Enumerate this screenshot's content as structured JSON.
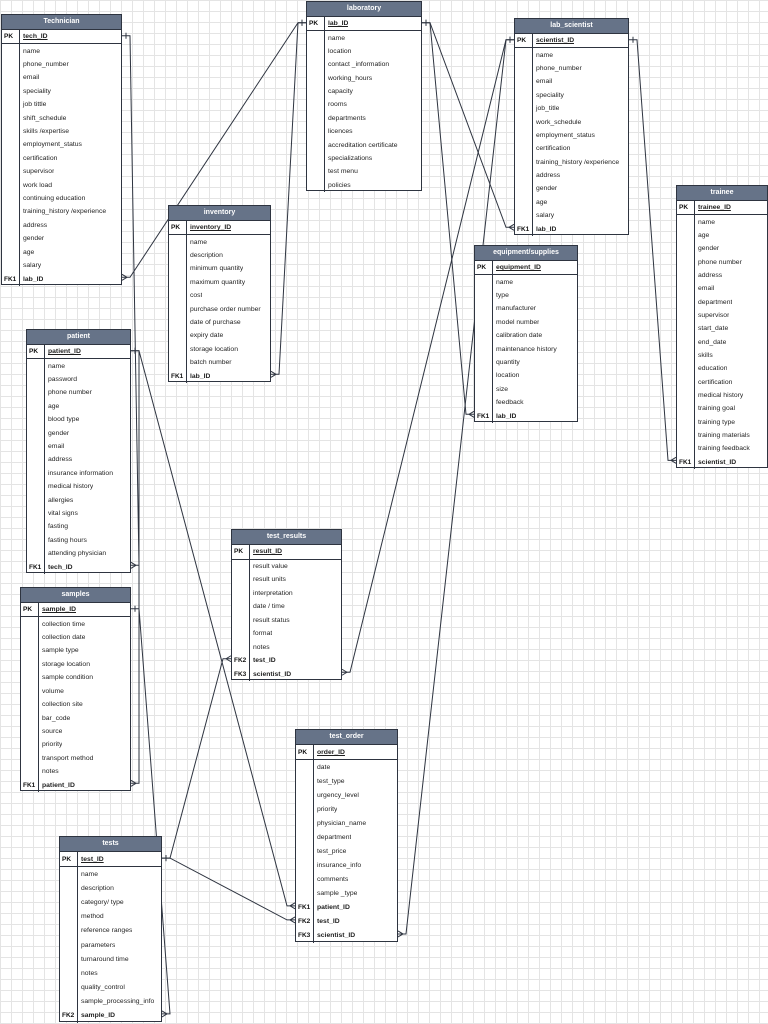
{
  "entities": [
    {
      "id": "technician",
      "title": "Technician",
      "fields": [
        {
          "key": "PK",
          "name": "tech_ID"
        },
        {
          "key": "",
          "name": "name"
        },
        {
          "key": "",
          "name": "phone_number"
        },
        {
          "key": "",
          "name": "email"
        },
        {
          "key": "",
          "name": "speciality"
        },
        {
          "key": "",
          "name": "job tittle"
        },
        {
          "key": "",
          "name": "shift_schedule"
        },
        {
          "key": "",
          "name": "skills /expertise"
        },
        {
          "key": "",
          "name": "employment_status"
        },
        {
          "key": "",
          "name": "certification"
        },
        {
          "key": "",
          "name": "supervisor"
        },
        {
          "key": "",
          "name": "work load"
        },
        {
          "key": "",
          "name": "continuing education"
        },
        {
          "key": "",
          "name": "training_history /experience"
        },
        {
          "key": "",
          "name": "address"
        },
        {
          "key": "",
          "name": "gender"
        },
        {
          "key": "",
          "name": "age"
        },
        {
          "key": "",
          "name": "salary"
        },
        {
          "key": "FK1",
          "name": "lab_ID"
        }
      ]
    },
    {
      "id": "laboratory",
      "title": "laboratory",
      "fields": [
        {
          "key": "PK",
          "name": "lab_ID"
        },
        {
          "key": "",
          "name": "name"
        },
        {
          "key": "",
          "name": "location"
        },
        {
          "key": "",
          "name": "contact _information"
        },
        {
          "key": "",
          "name": "working_hours"
        },
        {
          "key": "",
          "name": "capacity"
        },
        {
          "key": "",
          "name": "rooms"
        },
        {
          "key": "",
          "name": "departments"
        },
        {
          "key": "",
          "name": "licences"
        },
        {
          "key": "",
          "name": "accreditation certificate"
        },
        {
          "key": "",
          "name": "specializations"
        },
        {
          "key": "",
          "name": "test menu"
        },
        {
          "key": "",
          "name": "policies"
        }
      ]
    },
    {
      "id": "lab_scientist",
      "title": "lab_scientist",
      "fields": [
        {
          "key": "PK",
          "name": "scientist_ID"
        },
        {
          "key": "",
          "name": "name"
        },
        {
          "key": "",
          "name": "phone_number"
        },
        {
          "key": "",
          "name": "email"
        },
        {
          "key": "",
          "name": "speciality"
        },
        {
          "key": "",
          "name": "job_title"
        },
        {
          "key": "",
          "name": "work_schedule"
        },
        {
          "key": "",
          "name": "employment_status"
        },
        {
          "key": "",
          "name": "certification"
        },
        {
          "key": "",
          "name": "training_history /experience"
        },
        {
          "key": "",
          "name": "address"
        },
        {
          "key": "",
          "name": "gender"
        },
        {
          "key": "",
          "name": "age"
        },
        {
          "key": "",
          "name": "salary"
        },
        {
          "key": "FK1",
          "name": "lab_ID"
        }
      ]
    },
    {
      "id": "inventory",
      "title": "inventory",
      "fields": [
        {
          "key": "PK",
          "name": "inventory_ID"
        },
        {
          "key": "",
          "name": "name"
        },
        {
          "key": "",
          "name": "description"
        },
        {
          "key": "",
          "name": "minimum quantity"
        },
        {
          "key": "",
          "name": "maximum quantity"
        },
        {
          "key": "",
          "name": "cost"
        },
        {
          "key": "",
          "name": "purchase order number"
        },
        {
          "key": "",
          "name": "date of purchase"
        },
        {
          "key": "",
          "name": "expiry date"
        },
        {
          "key": "",
          "name": "storage location"
        },
        {
          "key": "",
          "name": "batch number"
        },
        {
          "key": "FK1",
          "name": "lab_ID"
        }
      ]
    },
    {
      "id": "equipment",
      "title": "equipment/supplies",
      "fields": [
        {
          "key": "PK",
          "name": "equipment_ID"
        },
        {
          "key": "",
          "name": "name"
        },
        {
          "key": "",
          "name": "type"
        },
        {
          "key": "",
          "name": "manufacturer"
        },
        {
          "key": "",
          "name": "model number"
        },
        {
          "key": "",
          "name": "calibration date"
        },
        {
          "key": "",
          "name": "maintenance history"
        },
        {
          "key": "",
          "name": "quantity"
        },
        {
          "key": "",
          "name": "location"
        },
        {
          "key": "",
          "name": "size"
        },
        {
          "key": "",
          "name": "feedback"
        },
        {
          "key": "FK1",
          "name": "lab_ID"
        }
      ]
    },
    {
      "id": "trainee",
      "title": "trainee",
      "fields": [
        {
          "key": "PK",
          "name": "trainee_ID"
        },
        {
          "key": "",
          "name": "name"
        },
        {
          "key": "",
          "name": "age"
        },
        {
          "key": "",
          "name": "gender"
        },
        {
          "key": "",
          "name": "phone number"
        },
        {
          "key": "",
          "name": "address"
        },
        {
          "key": "",
          "name": "email"
        },
        {
          "key": "",
          "name": "department"
        },
        {
          "key": "",
          "name": "supervisor"
        },
        {
          "key": "",
          "name": "start_date"
        },
        {
          "key": "",
          "name": "end_date"
        },
        {
          "key": "",
          "name": "skills"
        },
        {
          "key": "",
          "name": "education"
        },
        {
          "key": "",
          "name": "certification"
        },
        {
          "key": "",
          "name": "medical history"
        },
        {
          "key": "",
          "name": "training goal"
        },
        {
          "key": "",
          "name": "training type"
        },
        {
          "key": "",
          "name": "training materials"
        },
        {
          "key": "",
          "name": "training feedback"
        },
        {
          "key": "FK1",
          "name": "scientist_ID"
        }
      ]
    },
    {
      "id": "patient",
      "title": "patient",
      "fields": [
        {
          "key": "PK",
          "name": "patient_ID"
        },
        {
          "key": "",
          "name": "name"
        },
        {
          "key": "",
          "name": "password"
        },
        {
          "key": "",
          "name": "phone number"
        },
        {
          "key": "",
          "name": "age"
        },
        {
          "key": "",
          "name": "blood type"
        },
        {
          "key": "",
          "name": "gender"
        },
        {
          "key": "",
          "name": "email"
        },
        {
          "key": "",
          "name": "address"
        },
        {
          "key": "",
          "name": "insurance information"
        },
        {
          "key": "",
          "name": "medical history"
        },
        {
          "key": "",
          "name": "allergies"
        },
        {
          "key": "",
          "name": "vital signs"
        },
        {
          "key": "",
          "name": "fasting"
        },
        {
          "key": "",
          "name": "fasting hours"
        },
        {
          "key": "",
          "name": "attending physician"
        },
        {
          "key": "FK1",
          "name": "tech_ID"
        }
      ]
    },
    {
      "id": "samples",
      "title": "samples",
      "fields": [
        {
          "key": "PK",
          "name": "sample_ID"
        },
        {
          "key": "",
          "name": "collection time"
        },
        {
          "key": "",
          "name": "collection date"
        },
        {
          "key": "",
          "name": "sample type"
        },
        {
          "key": "",
          "name": "storage location"
        },
        {
          "key": "",
          "name": "sample condition"
        },
        {
          "key": "",
          "name": "volume"
        },
        {
          "key": "",
          "name": "collection site"
        },
        {
          "key": "",
          "name": "bar_code"
        },
        {
          "key": "",
          "name": "source"
        },
        {
          "key": "",
          "name": "priority"
        },
        {
          "key": "",
          "name": "transport method"
        },
        {
          "key": "",
          "name": "notes"
        },
        {
          "key": "FK1",
          "name": "patient_ID"
        }
      ]
    },
    {
      "id": "test_results",
      "title": "test_results",
      "fields": [
        {
          "key": "PK",
          "name": "result_ID"
        },
        {
          "key": "",
          "name": "result value"
        },
        {
          "key": "",
          "name": "result units"
        },
        {
          "key": "",
          "name": "interpretation"
        },
        {
          "key": "",
          "name": "date / time"
        },
        {
          "key": "",
          "name": "result status"
        },
        {
          "key": "",
          "name": "format"
        },
        {
          "key": "",
          "name": "notes"
        },
        {
          "key": "FK2",
          "name": "test_ID"
        },
        {
          "key": "FK3",
          "name": "scientist_ID"
        }
      ]
    },
    {
      "id": "test_order",
      "title": "test_order",
      "fields": [
        {
          "key": "PK",
          "name": "order_ID"
        },
        {
          "key": "",
          "name": "date"
        },
        {
          "key": "",
          "name": "test_type"
        },
        {
          "key": "",
          "name": "urgency_level"
        },
        {
          "key": "",
          "name": "priority"
        },
        {
          "key": "",
          "name": "physician_name"
        },
        {
          "key": "",
          "name": "department"
        },
        {
          "key": "",
          "name": "test_price"
        },
        {
          "key": "",
          "name": "insurance_info"
        },
        {
          "key": "",
          "name": "comments"
        },
        {
          "key": "",
          "name": "sample _type"
        },
        {
          "key": "FK1",
          "name": "patient_ID"
        },
        {
          "key": "FK2",
          "name": "test_ID"
        },
        {
          "key": "FK3",
          "name": "scientist_ID"
        }
      ]
    },
    {
      "id": "tests",
      "title": "tests",
      "fields": [
        {
          "key": "PK",
          "name": "test_ID"
        },
        {
          "key": "",
          "name": "name"
        },
        {
          "key": "",
          "name": "description"
        },
        {
          "key": "",
          "name": "category/ type"
        },
        {
          "key": "",
          "name": "method"
        },
        {
          "key": "",
          "name": "reference ranges"
        },
        {
          "key": "",
          "name": "parameters"
        },
        {
          "key": "",
          "name": "turnaround time"
        },
        {
          "key": "",
          "name": "notes"
        },
        {
          "key": "",
          "name": "quality_control"
        },
        {
          "key": "",
          "name": "sample_processing_info"
        },
        {
          "key": "FK2",
          "name": "sample_ID"
        }
      ]
    }
  ],
  "relationships": [
    {
      "from": "laboratory.lab_ID",
      "to": "technician.lab_ID"
    },
    {
      "from": "laboratory.lab_ID",
      "to": "inventory.lab_ID"
    },
    {
      "from": "laboratory.lab_ID",
      "to": "lab_scientist.lab_ID"
    },
    {
      "from": "laboratory.lab_ID",
      "to": "equipment.lab_ID"
    },
    {
      "from": "technician.tech_ID",
      "to": "patient.tech_ID"
    },
    {
      "from": "lab_scientist.scientist_ID",
      "to": "trainee.scientist_ID"
    },
    {
      "from": "lab_scientist.scientist_ID",
      "to": "test_results.scientist_ID"
    },
    {
      "from": "lab_scientist.scientist_ID",
      "to": "test_order.scientist_ID"
    },
    {
      "from": "patient.patient_ID",
      "to": "samples.patient_ID"
    },
    {
      "from": "patient.patient_ID",
      "to": "test_order.patient_ID"
    },
    {
      "from": "samples.sample_ID",
      "to": "tests.sample_ID"
    },
    {
      "from": "tests.test_ID",
      "to": "test_results.test_ID"
    },
    {
      "from": "tests.test_ID",
      "to": "test_order.test_ID"
    }
  ],
  "colors": {
    "header": "#667388",
    "line": "#2e3440",
    "grid": "#e4e4e4"
  }
}
